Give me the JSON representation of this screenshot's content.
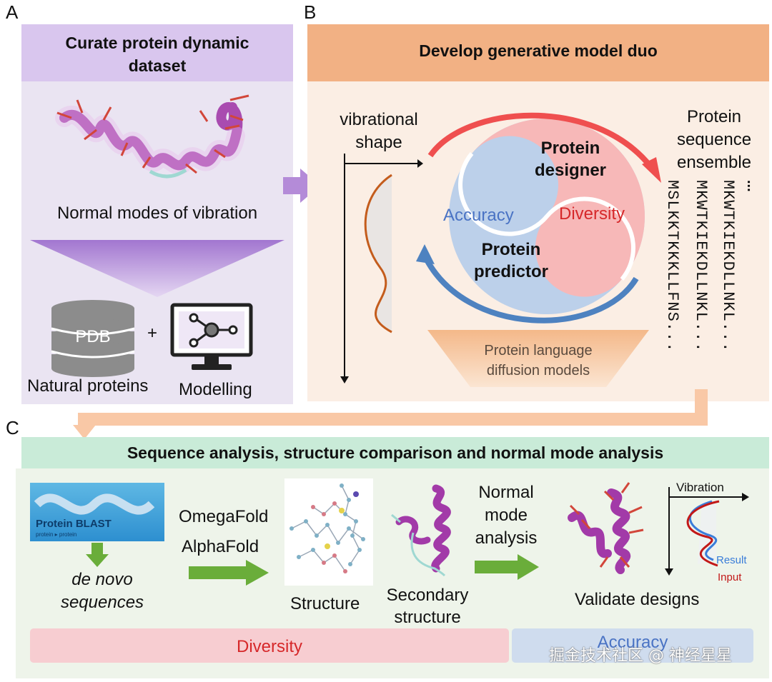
{
  "panels": {
    "a": {
      "letter": "A",
      "title": "Curate protein dynamic dataset",
      "helix_caption": "Normal modes of vibration",
      "db_label": "PDB",
      "plus": "+",
      "natural_label": "Natural proteins",
      "modelling_label": "Modelling"
    },
    "b": {
      "letter": "B",
      "title": "Develop generative model duo",
      "vibrational_shape": "vibrational shape",
      "designer": "Protein designer",
      "predictor": "Protein predictor",
      "accuracy": "Accuracy",
      "diversity": "Diversity",
      "language_models": "Protein language diffusion models",
      "ensemble_title": "Protein sequence ensemble",
      "ellipsis": "...",
      "sequences": [
        "MSLKKTKKKLLFNS...",
        "MKWTKIEKDLLNKL...",
        "MKWTKIEKDLLNKL..."
      ]
    },
    "c": {
      "letter": "C",
      "title": "Sequence analysis, structure comparison and normal mode analysis",
      "blast_title": "Protein BLAST",
      "blast_sub": "protein ▸ protein",
      "de_novo": "de novo sequences",
      "omegafold": "OmegaFold",
      "alphafold": "AlphaFold",
      "structure": "Structure",
      "secondary": "Secondary structure",
      "nma": "Normal mode analysis",
      "validate": "Validate designs",
      "vibration": "Vibration",
      "result": "Result",
      "input": "Input",
      "diversity_bar": "Diversity",
      "accuracy_bar": "Accuracy"
    }
  },
  "watermark": "掘金技术社区 @ 神经星星",
  "colors": {
    "purple_header": "#d9c6ee",
    "orange_header": "#f2b184",
    "green_header": "#c9ebd8",
    "designer_red": "#f7b8b8",
    "predictor_blue": "#bcd0ea",
    "accuracy_blue": "#4a73c4",
    "diversity_red": "#d6282a",
    "green_arrow": "#6aad3a",
    "helix_purple": "#a23aa8"
  }
}
